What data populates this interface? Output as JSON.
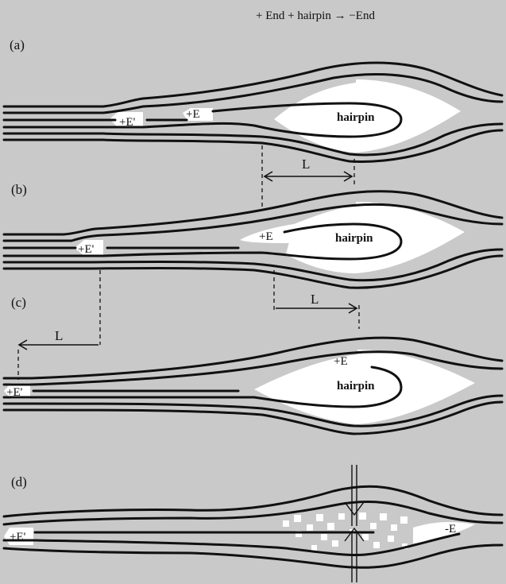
{
  "title": "+ End  + hairpin  →  −End",
  "panels": [
    {
      "label": "(a)",
      "hairpin": "hairpin",
      "plus_e": "+E",
      "plus_e_prime": "+E'"
    },
    {
      "label": "(b)",
      "hairpin": "hairpin",
      "plus_e": "+E",
      "plus_e_prime": "+E'"
    },
    {
      "label": "(c)",
      "hairpin": "hairpin",
      "plus_e": "+E",
      "plus_e_prime": "+E'"
    },
    {
      "label": "(d)",
      "minus_e": "-E",
      "plus_e_prime": "+E'"
    }
  ],
  "distance_label": "L",
  "colors": {
    "background": "#c9c9c9",
    "region": "#ffffff",
    "line": "#111111"
  }
}
